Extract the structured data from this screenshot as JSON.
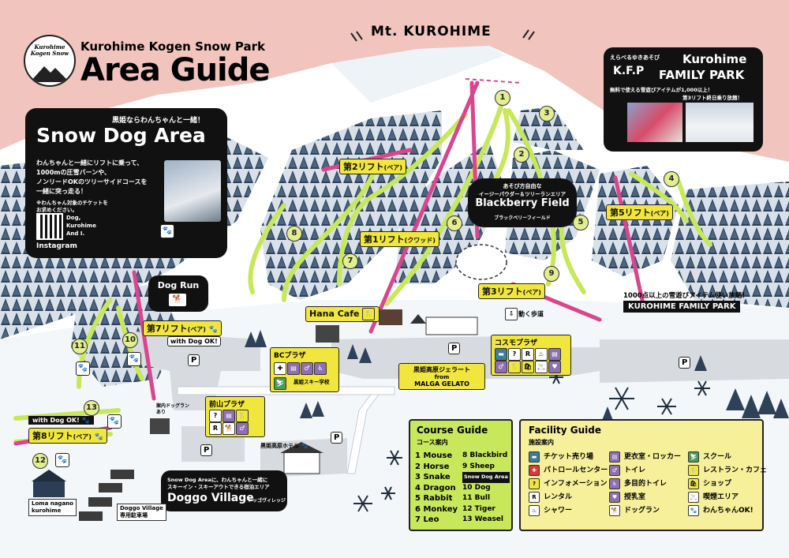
{
  "header": {
    "logo_text": "Kurohime Kogen Snow",
    "subtitle": "Kurohime Kogen Snow Park",
    "title": "Area Guide"
  },
  "mountain": {
    "name": "Mt. KUROHIME"
  },
  "snow_dog": {
    "tagline": "黒姫ならわんちゃんと一緒！",
    "title": "Snow Dog Area",
    "text1": "わんちゃんと一緒にリフトに乗って、",
    "text2": "1000mの圧雪バーンや、",
    "text3": "ノンリードOKのツリーサイドコースを",
    "text4": "一緒に突っ走る！",
    "note1": "※わんちゃん対象のチケットを",
    "note2": "お求めください。",
    "instagram_label": "Instagram",
    "insta_l1": "Dog,",
    "insta_l2": "Kurohime",
    "insta_l3": "And I."
  },
  "family_park": {
    "jp_line": "えらべるゆきあそび",
    "kfp": "K.F.P",
    "title1": "Kurohime",
    "title2": "FAMILY PARK",
    "desc1": "無料で使える雪遊びアイテムが1,000以上！",
    "desc2": "第3リフト終日乗り放題！",
    "promo": "1000点以上の雪遊びアイテム使い放題！",
    "label": "KUROHIME FAMILY PARK"
  },
  "blackberry": {
    "desc1": "あそび方自由な",
    "desc2": "イージーパウダー＆ツリーランエリア",
    "title": "Blackberry Field",
    "kana": "ブラックベリーフィールド"
  },
  "lifts": {
    "l1": "第1リフト",
    "l1_sub": "(クワッド)",
    "l2": "第2リフト",
    "l2_sub": "(ペア)",
    "l3": "第3リフト",
    "l3_sub": "(ペア)",
    "l5": "第5リフト",
    "l5_sub": "(ペア)",
    "l7": "第7リフト",
    "l7_sub": "(ペア)",
    "l8": "第8リフト",
    "l8_sub": "(ペア)"
  },
  "course_numbers": [
    "1",
    "2",
    "3",
    "4",
    "5",
    "6",
    "7",
    "8",
    "9",
    "10",
    "11",
    "12",
    "13"
  ],
  "dog_run": "Dog Run",
  "with_dog_ok": "with Dog OK!",
  "hana_cafe": "Hana Cafe",
  "moving_walk": "動く歩道",
  "bc_plaza": "BCプラザ",
  "ski_school": "黒姫スキー学校",
  "cosmo_plaza": "コスモプラザ",
  "gelato": {
    "line1": "黒姫高原ジェラート",
    "line2": "from",
    "line3": "MALGA GELATO"
  },
  "maeyama_plaza": "前山プラザ",
  "dogrun_entrance1": "案内ドッグラン",
  "dogrun_entrance2": "あり",
  "hotel": "黒姫高原ホテル",
  "doggo": {
    "desc1": "Snow Dog Areaに、わんちゃんと一緒に",
    "desc2": "スキーイン・スキーアウトできる宿泊エリア",
    "title": "Doggo Village",
    "kana": "ドッゴヴィレッジ"
  },
  "doggo_parking1": "Doggo Village",
  "doggo_parking2": "専用駐車場",
  "loma1": "Loma nagano",
  "loma2": "kurohime",
  "parking": "P",
  "course_guide": {
    "title": "Course Guide",
    "subtitle": "コース案内",
    "col1": [
      "1 Mouse",
      "2 Horse",
      "3 Snake",
      "4 Dragon",
      "5 Rabbit",
      "6 Monkey",
      "7 Leo"
    ],
    "col2": [
      "8 Blackbird",
      "9 Sheep"
    ],
    "snow_dog_area": "Snow Dog Area",
    "col2_dog": [
      "10 Dog",
      "11 Bull",
      "12 Tiger",
      "13 Weasel"
    ]
  },
  "facility_guide": {
    "title": "Facility Guide",
    "subtitle": "施設案内",
    "items": [
      {
        "icon": "ticket-icon",
        "label": "チケット売り場"
      },
      {
        "icon": "locker-icon",
        "label": "更衣室・ロッカー"
      },
      {
        "icon": "school-icon",
        "label": "スクール"
      },
      {
        "icon": "patrol-icon",
        "label": "パトロールセンター"
      },
      {
        "icon": "toilet-icon",
        "label": "トイレ"
      },
      {
        "icon": "restaurant-icon",
        "label": "レストラン・カフェ"
      },
      {
        "icon": "info-icon",
        "label": "インフォメーション"
      },
      {
        "icon": "accessible-toilet-icon",
        "label": "多目的トイレ"
      },
      {
        "icon": "shop-icon",
        "label": "ショップ"
      },
      {
        "icon": "rental-icon",
        "label": "レンタル"
      },
      {
        "icon": "nursing-icon",
        "label": "授乳室"
      },
      {
        "icon": "smoking-icon",
        "label": "喫煙エリア"
      },
      {
        "icon": "shower-icon",
        "label": "シャワー"
      },
      {
        "icon": "dogrun-icon",
        "label": "ドッグラン"
      },
      {
        "icon": "dog-ok-icon",
        "label": "わんちゃんOK!"
      }
    ]
  },
  "colors": {
    "pink": "#f1c4be",
    "yellow": "#f1e63d",
    "lime": "#c7e85a",
    "lift": "#d9468d",
    "tree": "#2c3e55"
  }
}
